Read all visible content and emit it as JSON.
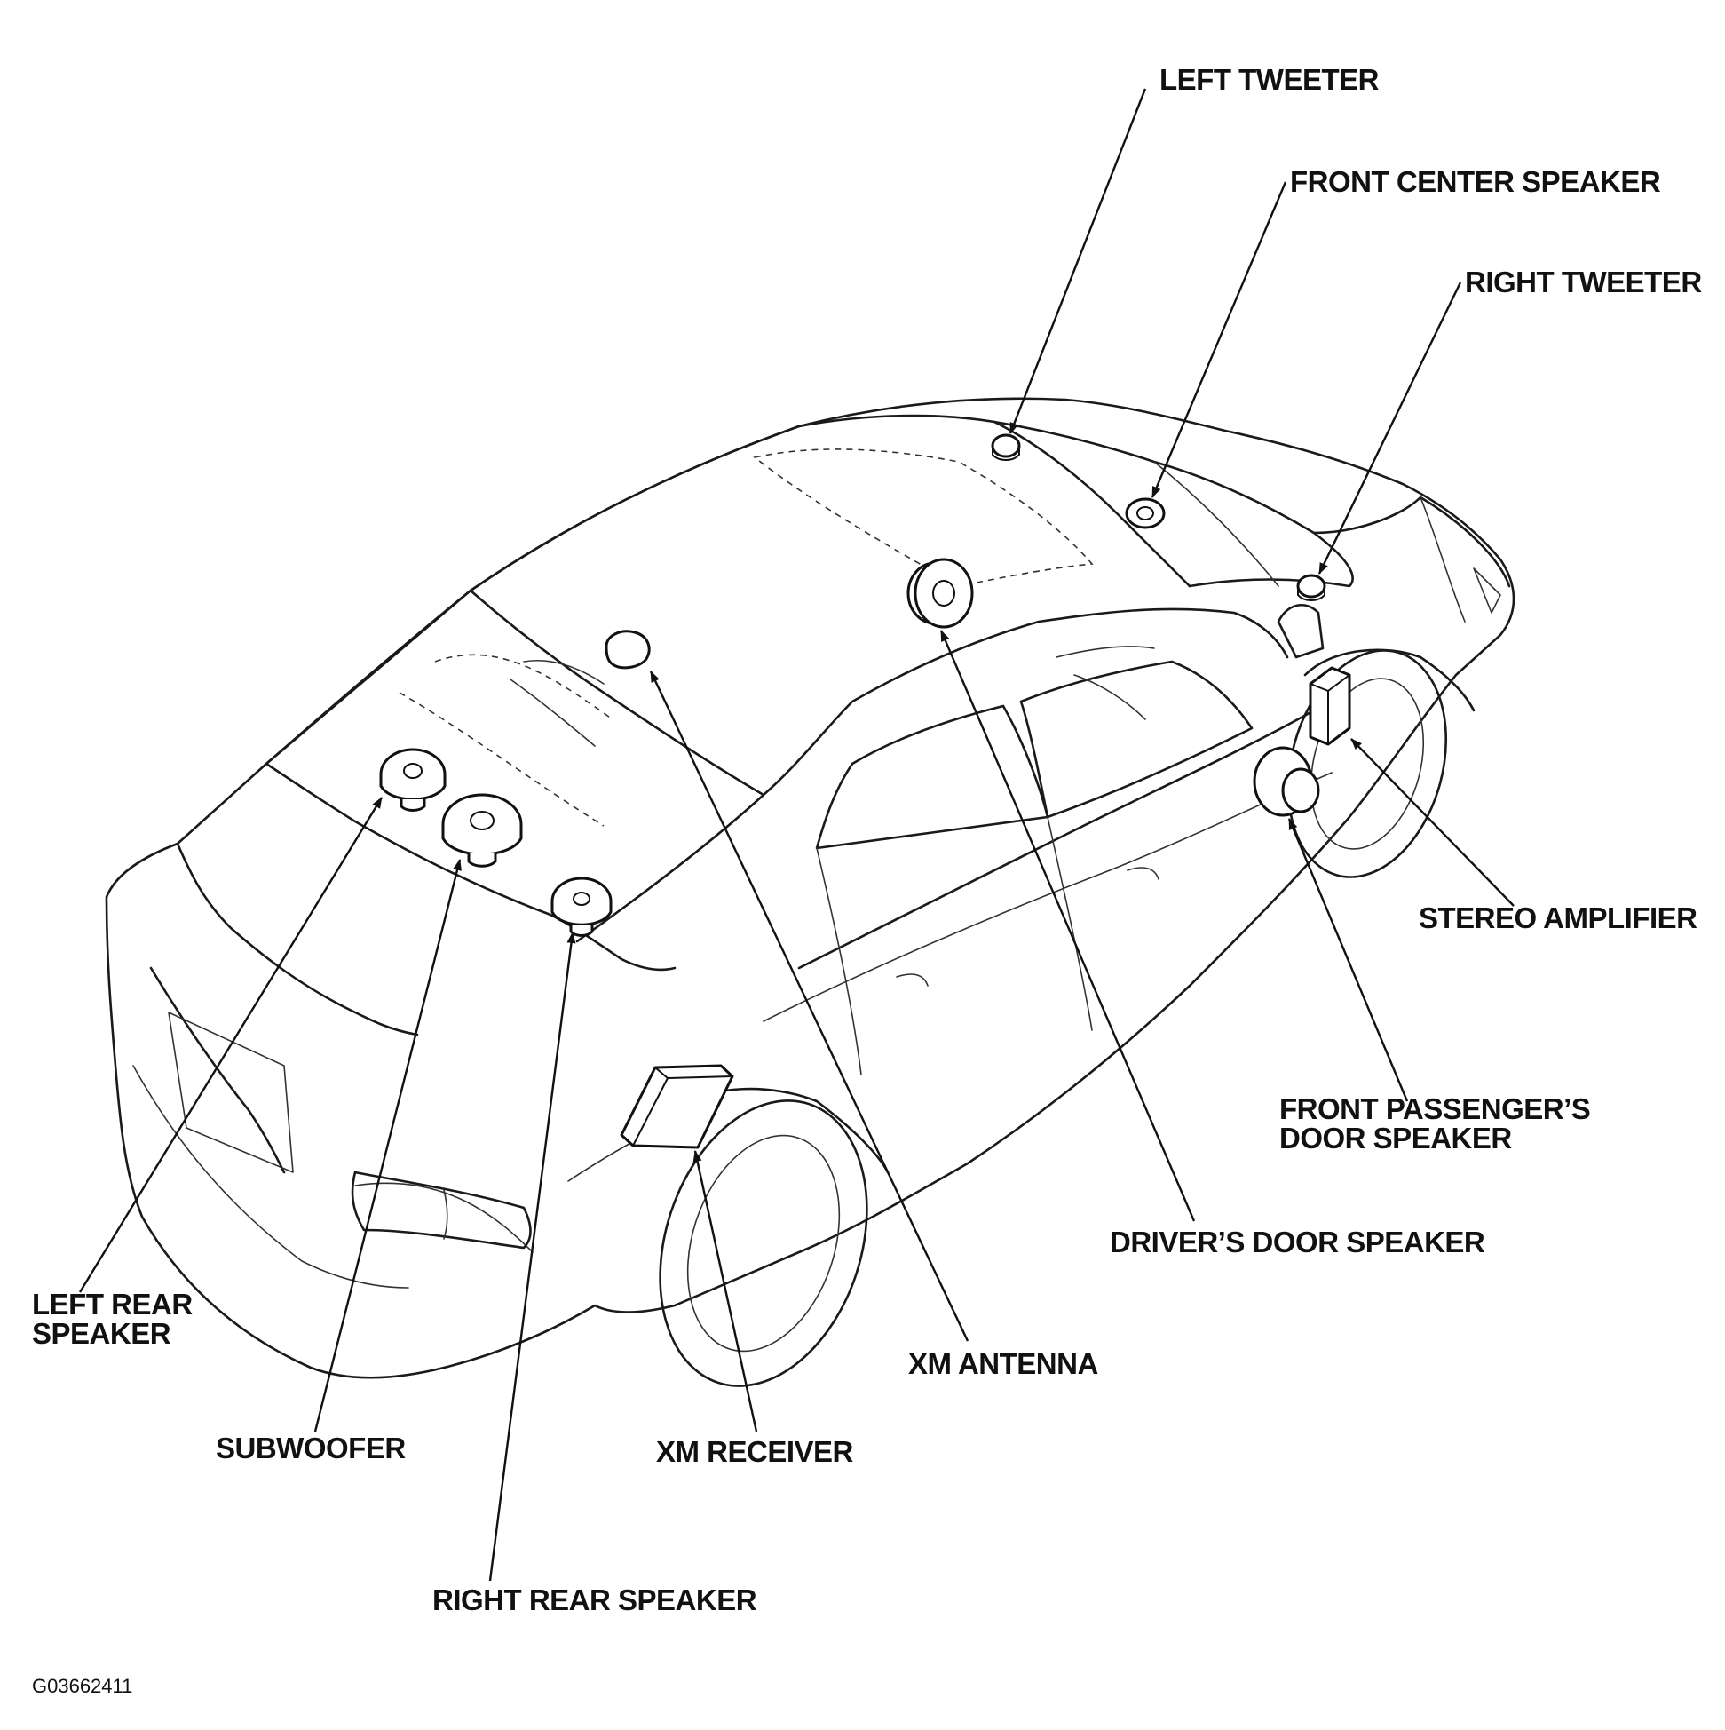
{
  "diagram": {
    "labels": {
      "left_tweeter": "LEFT TWEETER",
      "front_center_speaker": "FRONT CENTER SPEAKER",
      "right_tweeter": "RIGHT TWEETER",
      "stereo_amplifier": "STEREO AMPLIFIER",
      "front_passenger_door_speaker_line1": "FRONT PASSENGER’S",
      "front_passenger_door_speaker_line2": "DOOR SPEAKER",
      "drivers_door_speaker": "DRIVER’S DOOR SPEAKER",
      "xm_antenna": "XM ANTENNA",
      "xm_receiver": "XM RECEIVER",
      "left_rear_speaker_line1": "LEFT REAR",
      "left_rear_speaker_line2": "SPEAKER",
      "subwoofer": "SUBWOOFER",
      "right_rear_speaker": "RIGHT REAR SPEAKER"
    },
    "figure_code": "G03662411"
  }
}
